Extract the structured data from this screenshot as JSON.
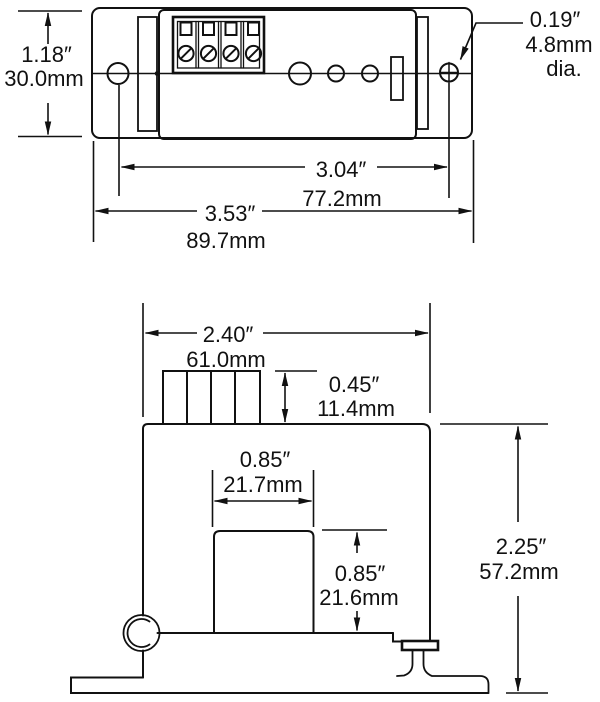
{
  "drawing": {
    "line_color": "#111111",
    "background": "#ffffff",
    "top_view": {
      "height": {
        "in": "1.18″",
        "mm": "30.0mm"
      },
      "hole_dia": {
        "in": "0.19″",
        "mm": "4.8mm",
        "label": "dia."
      },
      "hole_spacing": {
        "in": "3.04″",
        "mm": "77.2mm"
      },
      "width": {
        "in": "3.53″",
        "mm": "89.7mm"
      }
    },
    "front_view": {
      "body_width": {
        "in": "2.40″",
        "mm": "61.0mm"
      },
      "terminal_height": {
        "in": "0.45″",
        "mm": "11.4mm"
      },
      "sensor_width": {
        "in": "0.85″",
        "mm": "21.7mm"
      },
      "sensor_height": {
        "in": "0.85″",
        "mm": "21.6mm"
      },
      "overall_height": {
        "in": "2.25″",
        "mm": "57.2mm"
      }
    }
  }
}
